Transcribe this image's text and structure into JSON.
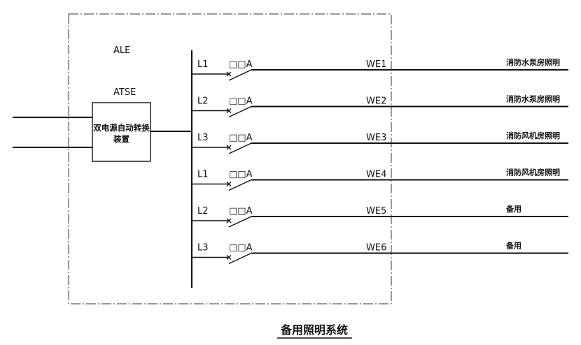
{
  "panel": {
    "name": "ALE",
    "switch_label": "ATSE",
    "switch_text_line1": "双电源自动转换",
    "switch_text_line2": "装置"
  },
  "circuits": [
    {
      "phase": "L1",
      "rating": "□□A",
      "id": "WE1",
      "load": "消防水泵房照明"
    },
    {
      "phase": "L2",
      "rating": "□□A",
      "id": "WE2",
      "load": "消防水泵房照明"
    },
    {
      "phase": "L3",
      "rating": "□□A",
      "id": "WE3",
      "load": "消防风机房照明"
    },
    {
      "phase": "L1",
      "rating": "□□A",
      "id": "WE4",
      "load": "消防风机房照明"
    },
    {
      "phase": "L2",
      "rating": "□□A",
      "id": "WE5",
      "load": "备用"
    },
    {
      "phase": "L3",
      "rating": "□□A",
      "id": "WE6",
      "load": "备用"
    }
  ],
  "title": "备用照明系统"
}
